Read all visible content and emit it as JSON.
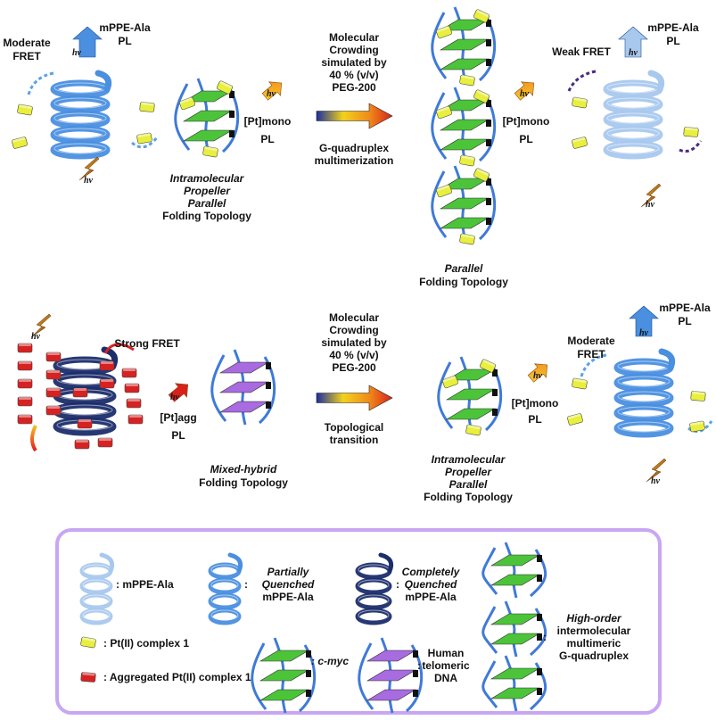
{
  "colors": {
    "coil_light": "#a8c8ee",
    "coil_medium": "#4a8fe0",
    "coil_dark": "#1b2d6b",
    "pt_complex": "#e8ef3c",
    "pt_aggregated": "#d62222",
    "parallel_tetrad": "#4cc43a",
    "hybrid_tetrad": "#a86be0",
    "legend_border": "#c9a6f2",
    "fret_arrow_blue": "#5aa2e8",
    "fret_arrow_purple": "#4a2b82",
    "pl_arrow_orange": "#f5a623",
    "pl_arrow_red": "#d8211a"
  },
  "top": {
    "moderate_fret": [
      "Moderate",
      "FRET"
    ],
    "mppe_pl": [
      "mPPE-Ala",
      "PL"
    ],
    "hv": "hv",
    "pt_mono_pl": [
      "[Pt]mono",
      "PL"
    ],
    "cmyc_caption": [
      "Intramolecular",
      "Propeller",
      "Parallel",
      "Folding Topology"
    ],
    "crowding": [
      "Molecular",
      "Crowding",
      "simulated by",
      "40 % (v/v)",
      "PEG-200"
    ],
    "process": [
      "G-quadruplex",
      "multimerization"
    ],
    "multimer_caption": [
      "Parallel",
      "Folding Topology"
    ],
    "weak_fret": "Weak FRET",
    "mppe_pl_right": [
      "mPPE-Ala",
      "PL"
    ],
    "pt_mono_pl_right": [
      "[Pt]mono",
      "PL"
    ]
  },
  "middle": {
    "strong_fret": "Strong FRET",
    "pt_agg_pl": [
      "[Pt]agg",
      "PL"
    ],
    "hybrid_caption": [
      "Mixed-hybrid",
      "Folding Topology"
    ],
    "crowding": [
      "Molecular",
      "Crowding",
      "simulated by",
      "40 % (v/v)",
      "PEG-200"
    ],
    "process": [
      "Topological",
      "transition"
    ],
    "cmyc_caption": [
      "Intramolecular",
      "Propeller",
      "Parallel",
      "Folding Topology"
    ],
    "pt_mono_pl": [
      "[Pt]mono",
      "PL"
    ],
    "moderate_fret": [
      "Moderate",
      "FRET"
    ],
    "mppe_pl": [
      "mPPE-Ala",
      "PL"
    ]
  },
  "legend": {
    "mppe": ": mPPE-Ala",
    "partial": [
      "Partially",
      "Quenched",
      "mPPE-Ala"
    ],
    "complete": [
      "Completely",
      "Quenched",
      "mPPE-Ala"
    ],
    "pt": ": Pt(II) complex 1",
    "pt_agg": ": Aggregated Pt(II) complex 1",
    "cmyc": ": c-myc",
    "telomeric": [
      "Human",
      "telomeric",
      "DNA"
    ],
    "multimer": [
      "High-order",
      "intermolecular",
      "multimeric",
      "G-quadruplex"
    ]
  }
}
